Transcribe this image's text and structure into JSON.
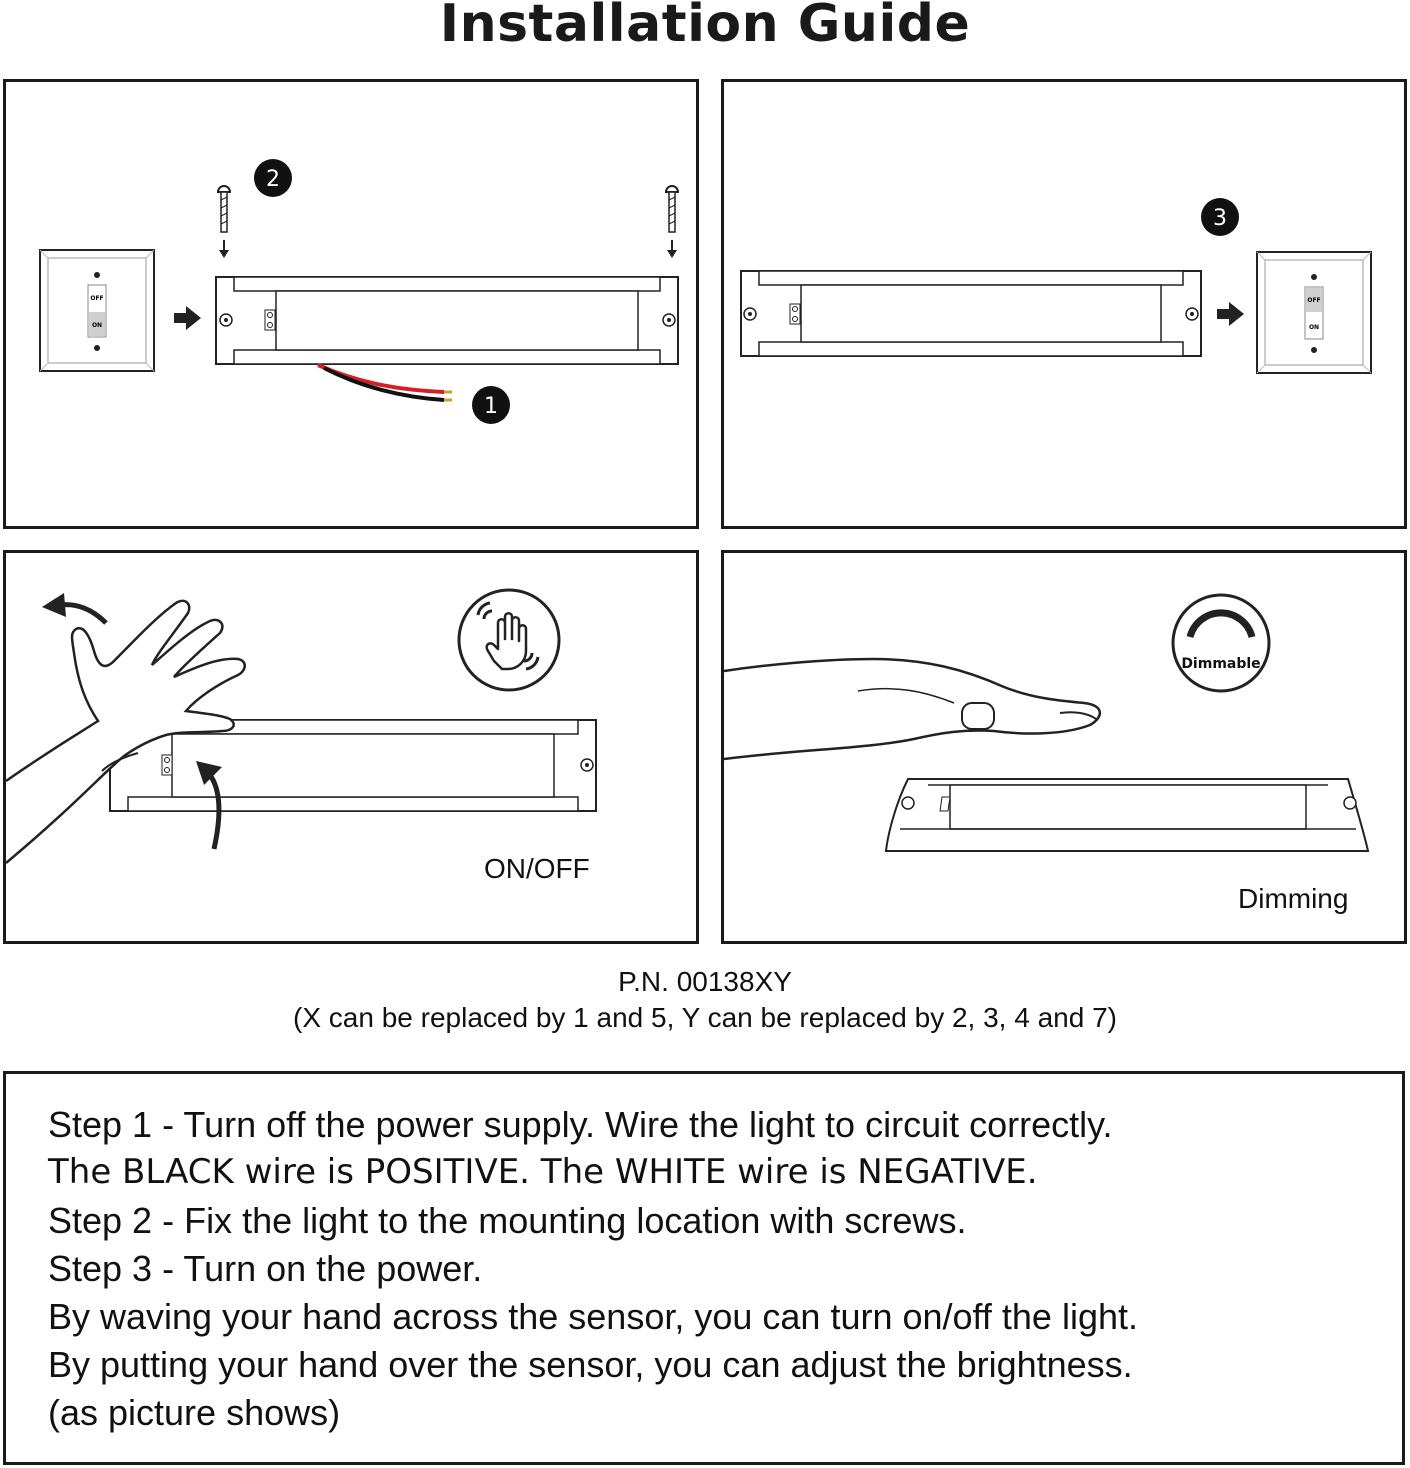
{
  "title": "Installation Guide",
  "panels": {
    "p1": {
      "markers": [
        "2",
        "1"
      ],
      "switch_off": "OFF",
      "switch_on": "ON"
    },
    "p2": {
      "markers": [
        "3"
      ],
      "switch_off": "OFF",
      "switch_on": "ON"
    },
    "p3": {
      "label": "ON/OFF"
    },
    "p4": {
      "label": "Dimming",
      "badge": "Dimmable"
    }
  },
  "part_number": "P.N.  00138XY",
  "part_note": "(X can be replaced by 1 and 5, Y can be replaced by 2, 3, 4 and 7)",
  "steps": [
    "Step 1 - Turn off the power supply. Wire the light to circuit correctly.",
    "The BLACK wire is POSITIVE. The WHITE wire is NEGATIVE.",
    "Step 2 - Fix the light to the mounting location with screws.",
    "Step 3 - Turn on the power.",
    "By waving your hand across the sensor, you can turn on/off the light.",
    "By putting your hand over the sensor, you can adjust the brightness.",
    "(as picture shows)"
  ],
  "colors": {
    "ink": "#1a1a1a",
    "wire_red": "#d42020",
    "wire_black": "#111111"
  }
}
